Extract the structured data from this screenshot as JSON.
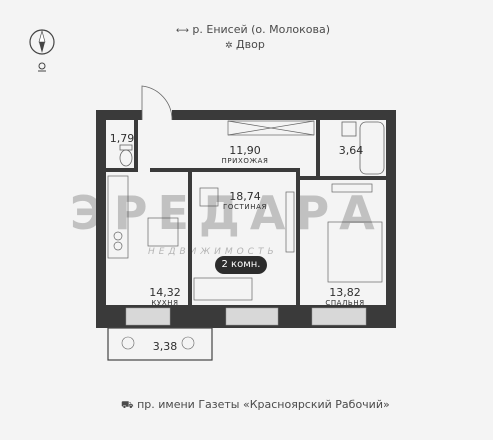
{
  "header": {
    "view_river": "р. Енисей (о. Молокова)",
    "view_yard": "Двор"
  },
  "footer": {
    "street": "пр. имени Газеты «Красноярский Рабочий»"
  },
  "rooms": [
    {
      "key": "bathroom_small",
      "area": "1,79",
      "name": ""
    },
    {
      "key": "hall",
      "area": "11,90",
      "name": "ПРИХОЖАЯ"
    },
    {
      "key": "bathroom",
      "area": "3,64",
      "name": ""
    },
    {
      "key": "living",
      "area": "18,74",
      "name": "ГОСТИНАЯ"
    },
    {
      "key": "kitchen",
      "area": "14,32",
      "name": "КУХНЯ"
    },
    {
      "key": "bedroom",
      "area": "13,82",
      "name": "СПАЛЬНЯ"
    },
    {
      "key": "balcony",
      "area": "3,38",
      "name": ""
    }
  ],
  "badge": "2 комн.",
  "icons": {
    "compass": "compass-icon",
    "river": "river-view-icon",
    "yard": "tree-icon",
    "car": "car-icon"
  },
  "watermark": {
    "brand": "ЭРЕДАРА",
    "sub": "НЕДВИЖИМОСТЬ"
  },
  "colors": {
    "wall": "#3a3a3a",
    "window": "#d8d8d8",
    "background": "#f4f4f4"
  }
}
